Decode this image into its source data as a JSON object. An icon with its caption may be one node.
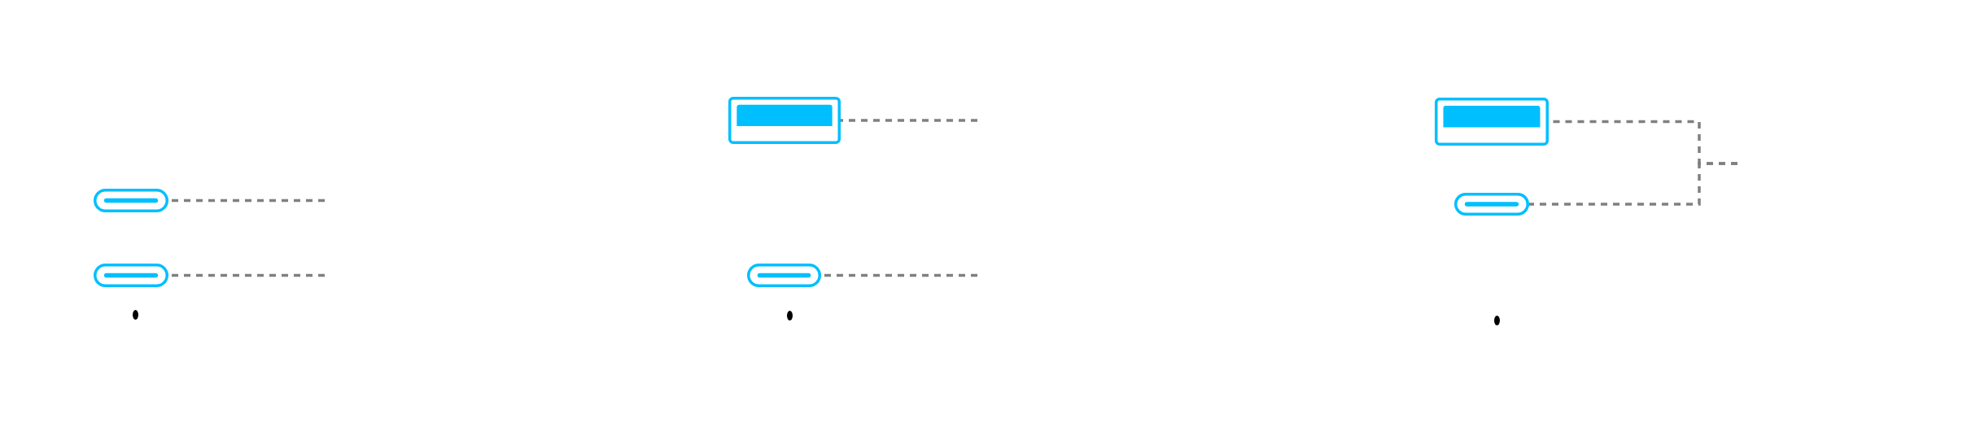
{
  "diagram": {
    "nodes": [
      {
        "text": [],
        "shape": "picture"
      },
      {
        "text": [],
        "shape": "picture"
      },
      {
        "text": [],
        "shape": "picture"
      },
      {
        "text": [],
        "shape": "picture"
      },
      {
        "text": [],
        "shape": "picture"
      },
      {
        "text": [],
        "shape": "picture"
      }
    ],
    "edges": [
      {
        "from": null,
        "to": 0,
        "arrow": "none",
        "style": "dashed"
      },
      {
        "from": null,
        "to": 1,
        "arrow": "none",
        "style": "dashed"
      },
      {
        "from": null,
        "to": 2,
        "arrow": "none",
        "style": "dashed"
      },
      {
        "from": null,
        "to": 3,
        "arrow": "none",
        "style": "dashed"
      },
      {
        "from": null,
        "to": 4,
        "arrow": "none",
        "style": "dashed"
      },
      {
        "from": null,
        "to": 5,
        "arrow": "none",
        "style": "dashed"
      }
    ]
  }
}
